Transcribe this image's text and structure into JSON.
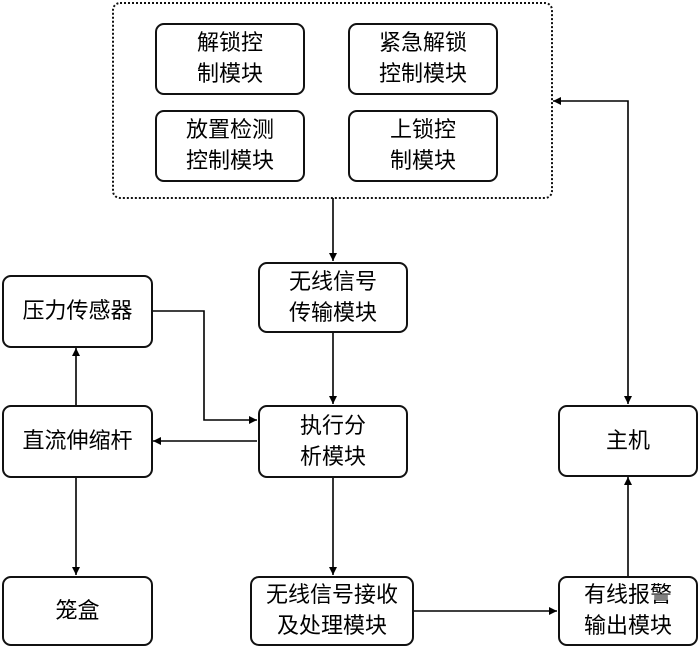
{
  "diagram": {
    "group_modules": [
      {
        "id": "unlock",
        "label": "解锁控\n制模块"
      },
      {
        "id": "emergency-unlock",
        "label": "紧急解锁\n控制模块"
      },
      {
        "id": "placement-detect",
        "label": "放置检测\n控制模块"
      },
      {
        "id": "lock",
        "label": "上锁控\n制模块"
      }
    ],
    "nodes": {
      "wireless_tx": "无线信号\n传输模块",
      "pressure_sensor": "压力传感器",
      "exec_analysis": "执行分\n析模块",
      "dc_actuator": "直流伸缩杆",
      "host": "主机",
      "cage_box": "笼盒",
      "wireless_rx": "无线信号接收\n及处理模块",
      "wired_alarm": "有线报警\n输出模块"
    },
    "edges": [
      {
        "from": "control-group",
        "to": "wireless_tx"
      },
      {
        "from": "wireless_tx",
        "to": "exec_analysis"
      },
      {
        "from": "pressure_sensor",
        "to": "exec_analysis"
      },
      {
        "from": "exec_analysis",
        "to": "dc_actuator"
      },
      {
        "from": "dc_actuator",
        "to": "pressure_sensor"
      },
      {
        "from": "dc_actuator",
        "to": "cage_box"
      },
      {
        "from": "exec_analysis",
        "to": "wireless_rx"
      },
      {
        "from": "wireless_rx",
        "to": "wired_alarm"
      },
      {
        "from": "wired_alarm",
        "to": "host"
      },
      {
        "from": "host",
        "to": "control-group",
        "bidirectional": true
      }
    ]
  }
}
